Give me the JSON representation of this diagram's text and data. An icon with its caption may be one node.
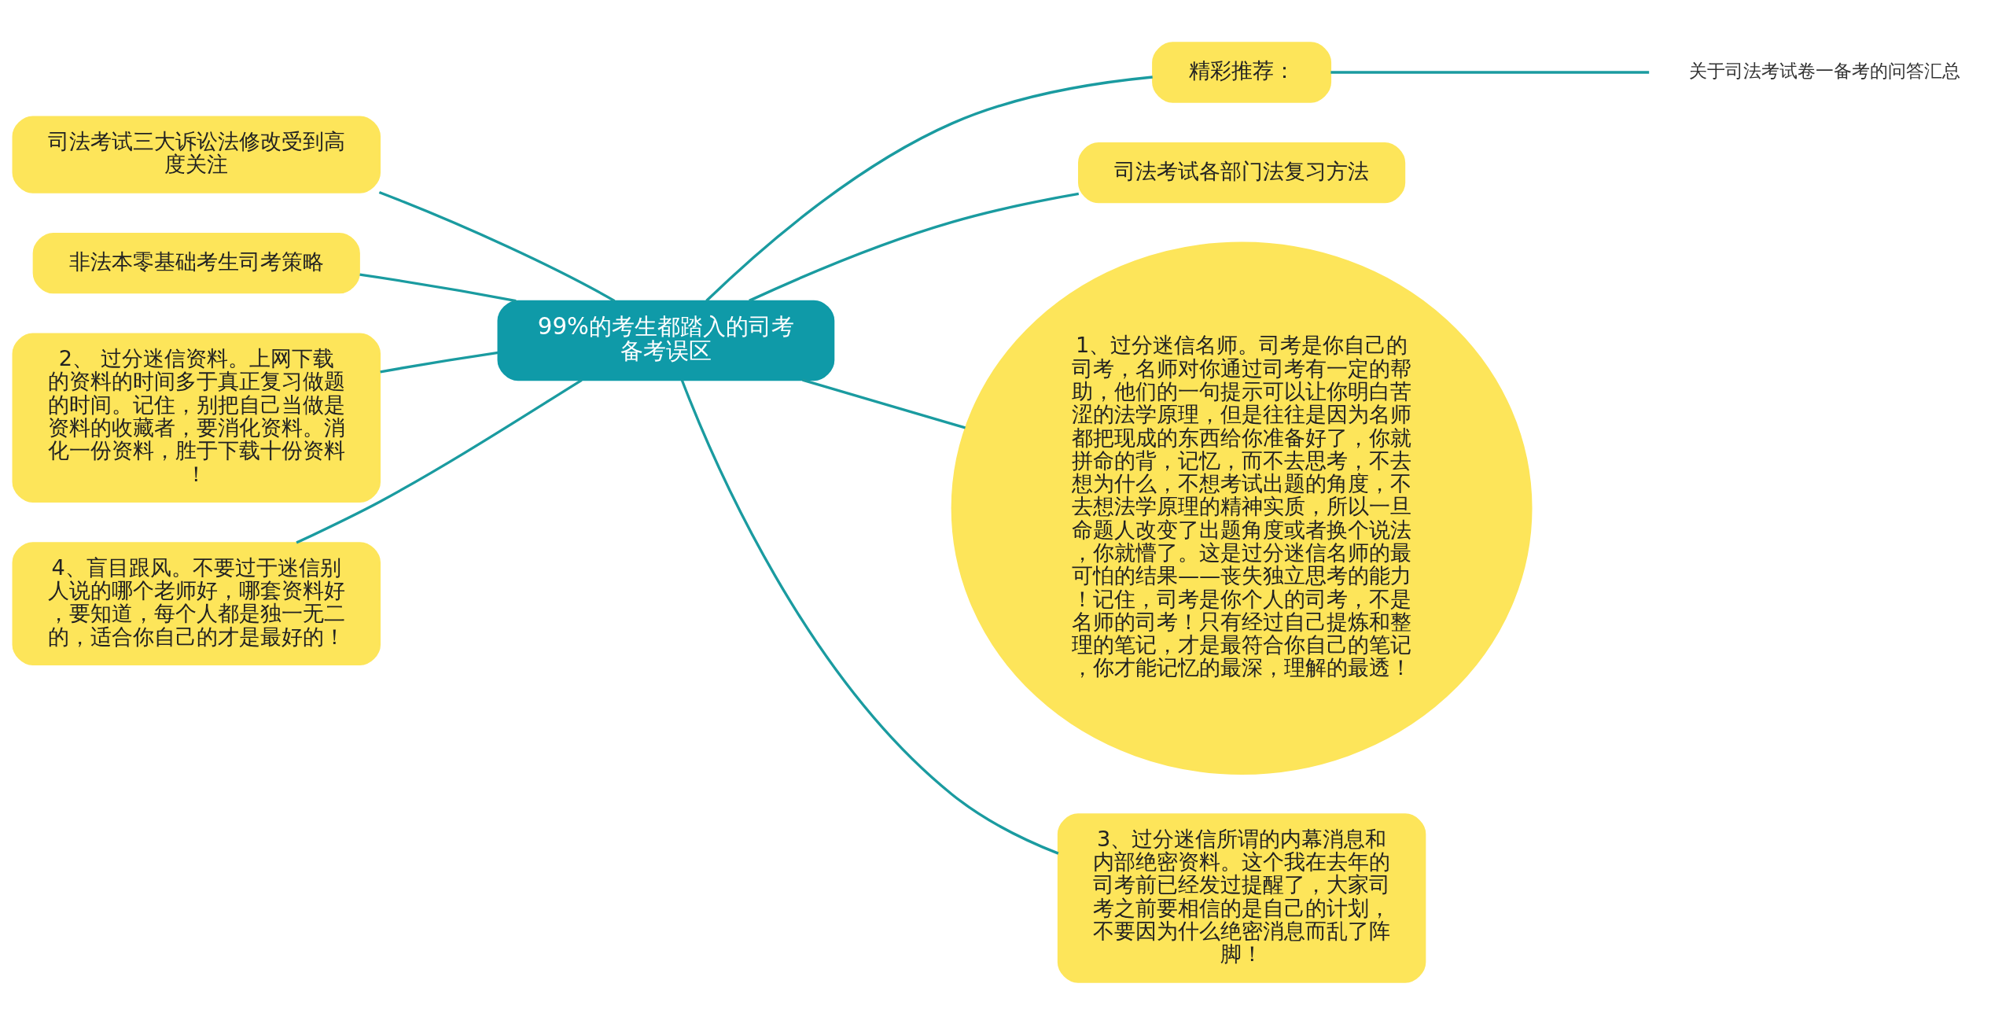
{
  "diagram": {
    "nodes": [
      {
        "text": [
          "99%的考生都踏入的司考备考误区"
        ]
      },
      {
        "text": [
          "精彩推荐："
        ]
      },
      {
        "text": [
          "关于司法考试卷一备考的问答汇总"
        ]
      },
      {
        "text": [
          "司法考试各部门法复习方法"
        ]
      },
      {
        "text": [
          "司法考试三大诉讼法修改受到高度关注"
        ]
      },
      {
        "text": [
          "非法本零基础考生司考策略"
        ]
      },
      {
        "text": [
          "1、过分迷信名师。司考是你自己的司考，名师对你通过司考有一定的帮助，他们的一句提示可以让你明白苦涩的法学原理，但是往往是因为名师都把现成的东西给你准备好了，你就拼命的背，记忆，而不去思考，不去想为什么，不想考试出题的角度，不去想法学原理的精神实质，所以一旦命题人改变了出题角度或者换个说法，你就懵了。这是过分迷信名师的最可怕的结果——丧失独立思考的能力！记住，司考是你个人的司考，不是名师的司考！只有经过自己提炼和整理的笔记，才是最符合你自己的笔记，你才能记忆的最深，理解的最透！"
        ]
      },
      {
        "text": [
          "2、 过分迷信资料。上网下载的资料的时间多于真正复习做题的时间。记住，别把自己当做是资料的收藏者，要消化资料。消化一份资料，胜于下载十份资料！"
        ]
      },
      {
        "text": [
          "4、盲目跟风。不要过于迷信别人说的哪个老师好，哪套资料好，要知道，每个人都是独一无二的，适合你自己的才是最好的！"
        ]
      },
      {
        "text": [
          "3、过分迷信所谓的内幕消息和内部绝密资料。这个我在去年的司考前已经发过提醒了，大家司考之前要相信的是自己的计划，不要因为什么绝密消息而乱了阵脚！"
        ]
      }
    ],
    "edges": [
      {
        "from": 0,
        "to": 1,
        "arrow": "none"
      },
      {
        "from": 1,
        "to": 2,
        "arrow": "none"
      },
      {
        "from": 0,
        "to": 3,
        "arrow": "none"
      },
      {
        "from": 0,
        "to": 4,
        "arrow": "none"
      },
      {
        "from": 0,
        "to": 5,
        "arrow": "none"
      },
      {
        "from": 0,
        "to": 6,
        "arrow": "none"
      },
      {
        "from": 0,
        "to": 7,
        "arrow": "none"
      },
      {
        "from": 0,
        "to": 8,
        "arrow": "none"
      },
      {
        "from": 0,
        "to": 9,
        "arrow": "none"
      }
    ]
  }
}
